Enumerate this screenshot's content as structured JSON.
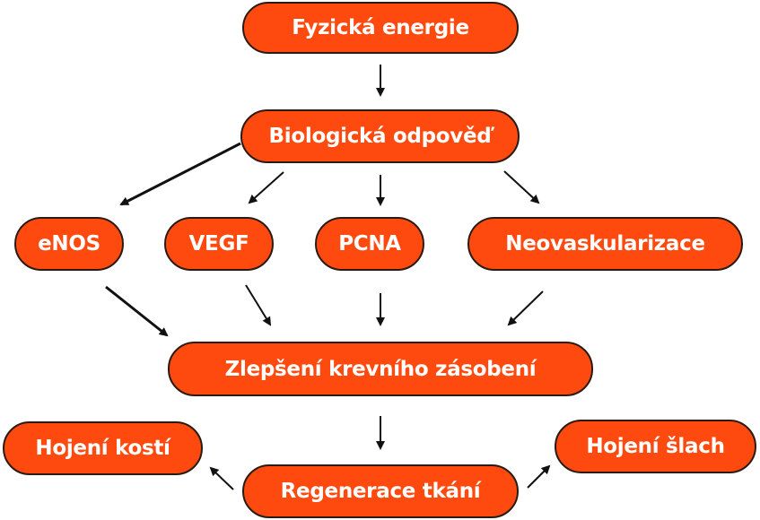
{
  "nodes": {
    "physical_energy": "Fyzická energie",
    "biological_response": "Biologická odpověď",
    "enos": "eNOS",
    "vegf": "VEGF",
    "pcna": "PCNA",
    "neovascularization": "Neovaskularizace",
    "improved_blood_supply": "Zlepšení krevního zásobení",
    "bone_healing": "Hojení kostí",
    "tissue_regeneration": "Regenerace tkání",
    "tendon_healing": "Hojení šlach"
  },
  "colors": {
    "node_fill": "#ff4a0f",
    "node_border": "#2a1a12",
    "node_text": "#ffffff",
    "arrow": "#111111"
  }
}
